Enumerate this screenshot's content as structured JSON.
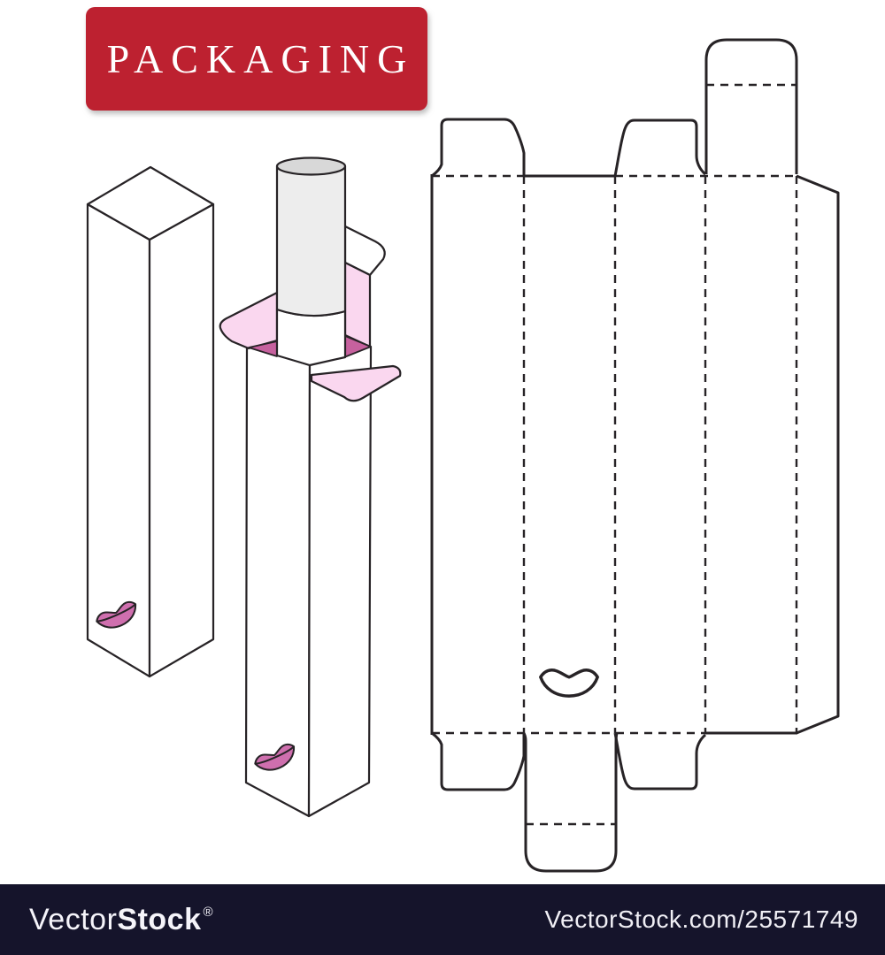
{
  "banner": {
    "label": "PACKAGING"
  },
  "watermark": {
    "logo_light": "Vector",
    "logo_bold": "Stock",
    "logo_reg": "®",
    "site_text": "VectorStock.com/25571749"
  },
  "colors": {
    "banner": "#bd2130",
    "banner_text": "#ffffff",
    "bar": "#15142b",
    "stroke": "#272326",
    "light_pink": "#fad7ef",
    "dark_pink": "#c6619e",
    "lips_fill": "#cf6fae",
    "tube_body": "#ededed",
    "tube_top": "#d8d8d8",
    "paper": "#ffffff"
  }
}
